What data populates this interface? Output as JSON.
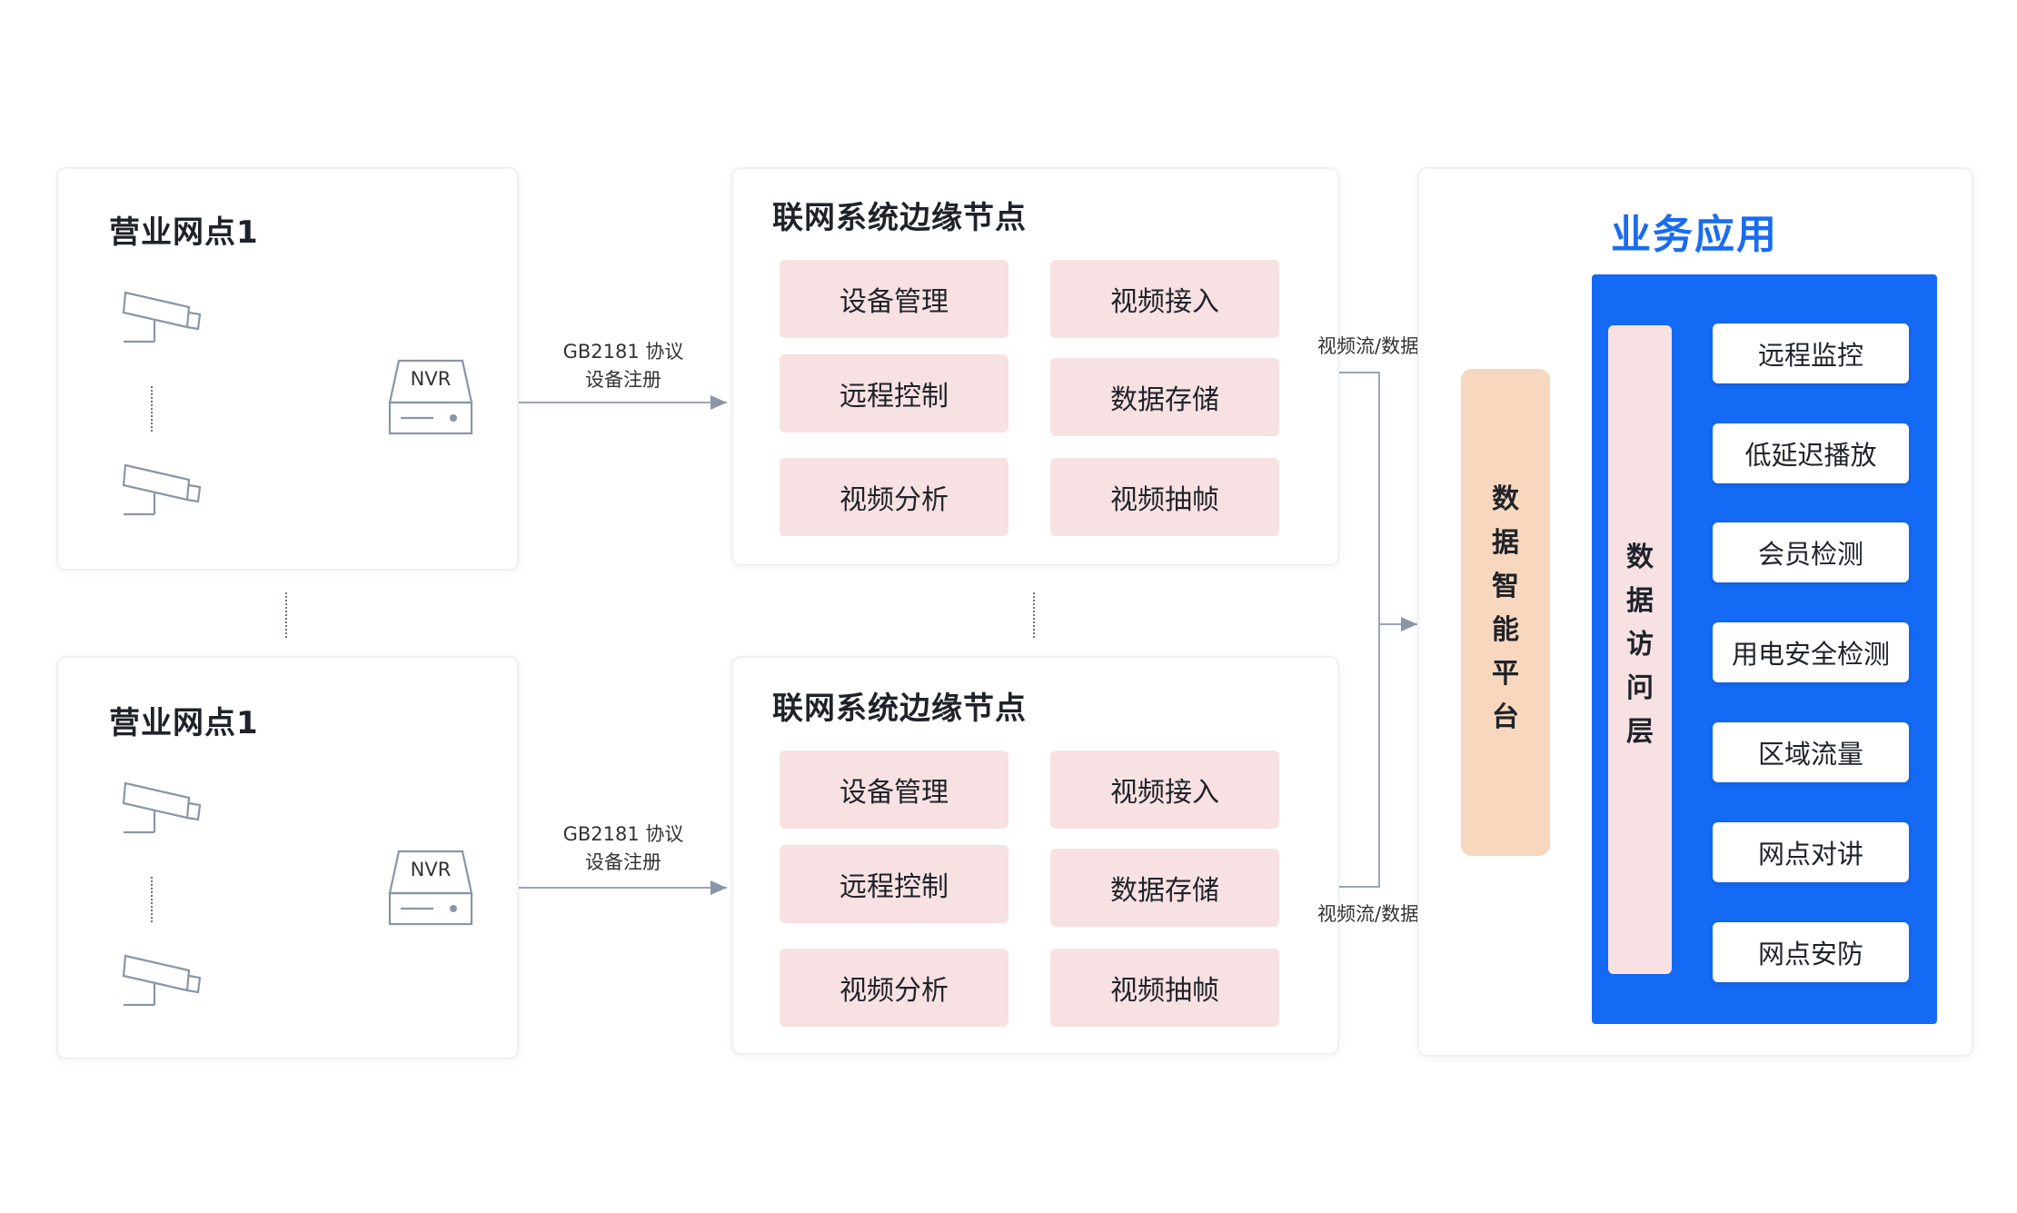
{
  "sites": [
    {
      "title": "营业网点1",
      "nvr_label": "NVR"
    },
    {
      "title": "营业网点1",
      "nvr_label": "NVR"
    }
  ],
  "protocol": {
    "line1": "GB2181 协议",
    "line2": "设备注册"
  },
  "edge_nodes": [
    {
      "title": "联网系统边缘节点",
      "functions": [
        "设备管理",
        "视频接入",
        "远程控制",
        "数据存储",
        "视频分析",
        "视频抽帧"
      ]
    },
    {
      "title": "联网系统边缘节点",
      "functions": [
        "设备管理",
        "视频接入",
        "远程控制",
        "数据存储",
        "视频分析",
        "视频抽帧"
      ]
    }
  ],
  "flow_labels": [
    "视频流/数据流",
    "视频流/数据流"
  ],
  "platform": {
    "chars": [
      "数",
      "据",
      "智",
      "能",
      "平",
      "台"
    ]
  },
  "business": {
    "title": "业务应用",
    "access_layer_chars": [
      "数",
      "据",
      "访",
      "问",
      "层"
    ],
    "apps": [
      "远程监控",
      "低延迟播放",
      "会员检测",
      "用电安全检测",
      "区域流量",
      "网点对讲",
      "网点安防"
    ]
  },
  "colors": {
    "accent_blue": "#1469f5",
    "title_blue": "#1a6cf0",
    "function_pink": "#f7e1e3",
    "platform_orange": "#f7d7be",
    "line_gray": "#9aa5b8"
  },
  "icons": {
    "camera": "cctv-camera-icon",
    "nvr": "nvr-recorder-icon"
  }
}
